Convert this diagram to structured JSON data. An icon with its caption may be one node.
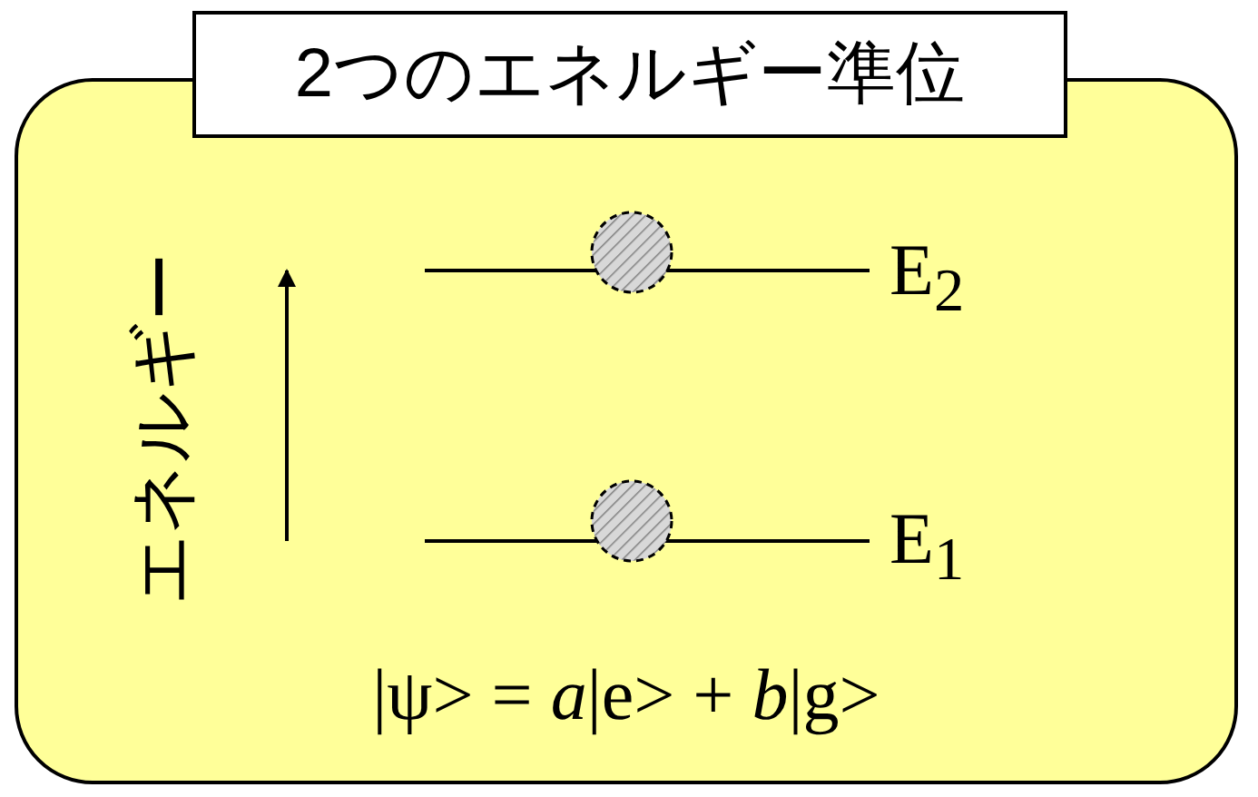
{
  "diagram": {
    "title": "2つのエネルギー準位",
    "labels": [
      "エネルギー",
      "E$_{2}$",
      "E$_{1}$",
      "|ψ> = *a*|e> + *b*|g>"
    ]
  }
}
